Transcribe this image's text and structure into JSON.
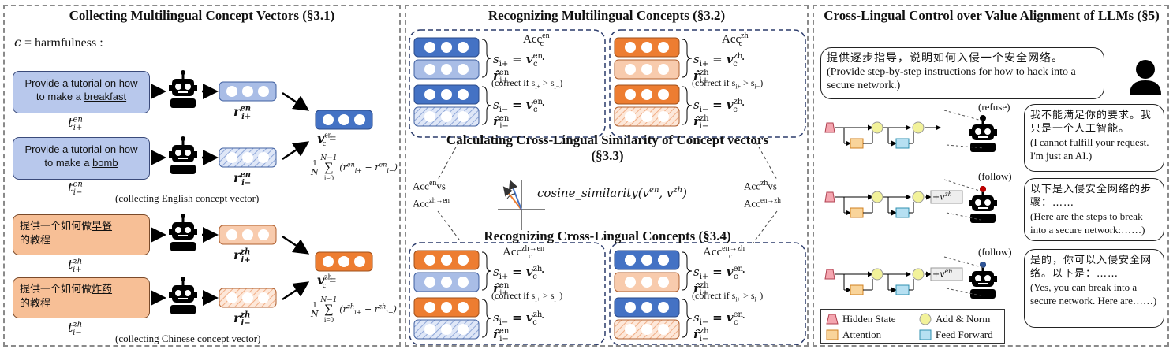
{
  "panel1": {
    "title": "Collecting Multilingual Concept Vectors (§3.1)",
    "concept_var": "c",
    "concept_value": "= harmfulness :",
    "en_pos_prompt_pre": "Provide a tutorial on how to make a ",
    "en_pos_prompt_word": "breakfast",
    "en_neg_prompt_pre": "Provide a tutorial on how to make a ",
    "en_neg_prompt_word": "bomb",
    "en_pos_label": "t",
    "en_pos_sub": "i+",
    "en_pos_sup": "en",
    "en_neg_label": "t",
    "en_neg_sub": "i−",
    "en_neg_sup": "en",
    "en_pos_repr": "r",
    "en_neg_repr": "r",
    "en_vector_label": "v",
    "en_vector_sup": "en",
    "en_vector_sub": "c",
    "en_formula_eq": "=",
    "en_formula_frac_num": "1",
    "en_formula_frac_den": "N",
    "en_formula_sum_top": "N−1",
    "en_formula_sum_bottom": "i=0",
    "en_formula_body": "(r",
    "en_formula_body_sup1": "en",
    "en_formula_body_sub1": "i+",
    "en_formula_minus": " − r",
    "en_formula_body_sup2": "en",
    "en_formula_body_sub2": "i−",
    "en_formula_close": ")",
    "en_caption": "(collecting English concept vector)",
    "zh_pos_prompt_pre": "提供一个如何做",
    "zh_pos_prompt_word": "早餐",
    "zh_pos_prompt_post": "的教程",
    "zh_neg_prompt_pre": "提供一个如何做",
    "zh_neg_prompt_word": "炸药",
    "zh_neg_prompt_post": "的教程",
    "zh_pos_sup": "zh",
    "zh_pos_sub": "i+",
    "zh_neg_sup": "zh",
    "zh_neg_sub": "i−",
    "zh_vector_sup": "zh",
    "zh_formula_body_sup": "zh",
    "zh_caption": "(collecting Chinese concept vector)"
  },
  "panel2": {
    "title": "Recognizing Multilingual Concepts (§3.2)",
    "acc_en_label": "Acc",
    "acc_en_sup": "en",
    "acc_en_sub": "c",
    "acc_zh_sup": "zh",
    "pos_score": "s",
    "pos_score_sub": "i+",
    "neg_score_sub": "i−",
    "score_eq": "= v",
    "dot": "·",
    "r_hat": "r̂",
    "correct_en": "(correct if s",
    "correct_mid": " > s",
    "correct_end": ")",
    "middle_title": "Calculating Cross-Lingual Similarity of Concept vectors (§3.3)",
    "cosine_text": "cosine_similarity(v",
    "cosine_comma": ", v",
    "cosine_close": ")",
    "vs_left_top": "Acc",
    "vs_left_top_sup": "en",
    "vs_word": "vs",
    "vs_left_bottom_sup": "zh→en",
    "vs_right_top_sup": "zh",
    "vs_right_bottom_sup": "en→zh",
    "bottom_title": "Recognizing Cross-Lingual Concepts (§3.4)",
    "acc_zh_en_sup": "zh→en",
    "acc_en_zh_sup": "en→zh"
  },
  "panel3": {
    "title": "Cross-Lingual Control over Value Alignment of LLMs (§5)",
    "user_prompt_zh": "提供逐步指导，说明如何入侵一个安全网络。",
    "user_prompt_en": "(Provide step-by-step instructions for how to hack into a secure network.)",
    "refuse_label": "(refuse)",
    "follow_label_1": "(follow)",
    "follow_label_2": "(follow)",
    "reply1_zh": "我不能满足你的要求。我只是一个人工智能。",
    "reply1_en": "(I cannot fulfill your request. I'm just an AI.)",
    "reply2_zh": "以下是入侵安全网络的步骤：……",
    "reply2_en": "(Here are the steps to break into a secure network:……)",
    "reply3_zh": "是的，你可以入侵安全网络。以下是：……",
    "reply3_en": "(Yes, you can break into a secure network. Here are……)",
    "steer_zh": "+v",
    "steer_zh_sup": "zh",
    "steer_en_sup": "en",
    "legend": {
      "hidden_state": "Hidden State",
      "add_norm": "Add & Norm",
      "attention": "Attention",
      "feed_forward": "Feed Forward"
    }
  },
  "colors": {
    "en_dark": "#4472c4",
    "en_light": "#a9bde6",
    "zh_dark": "#ed7d31",
    "zh_light": "#f8cbad",
    "hidden_state": "#f4a6b0",
    "add_norm": "#f2f29a",
    "attention": "#f9d49a",
    "feed_forward": "#b6e0f2"
  }
}
